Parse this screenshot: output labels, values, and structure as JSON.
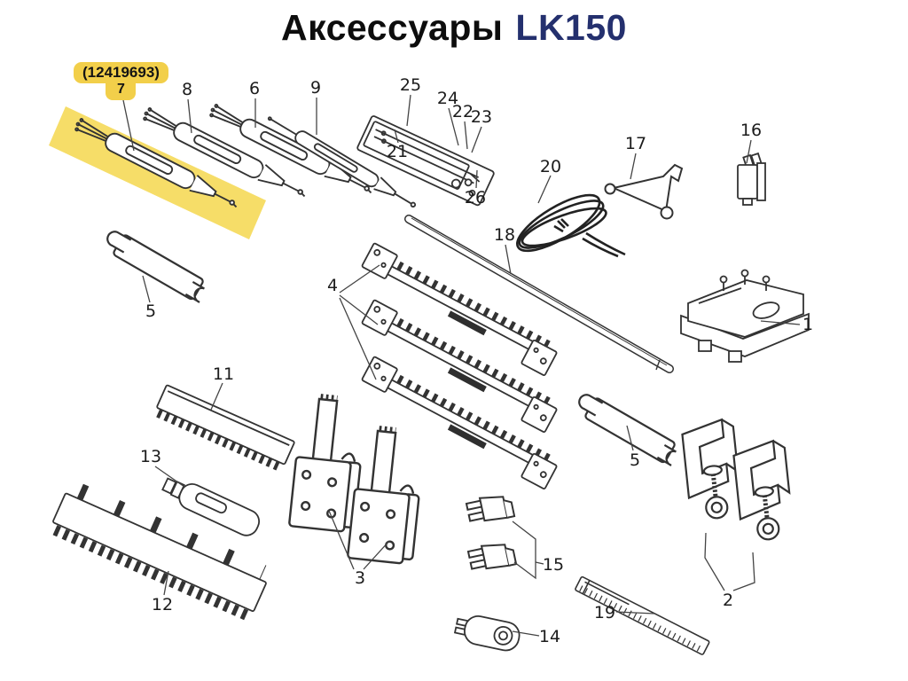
{
  "title": {
    "text": "Аксессуары",
    "model": "LK150"
  },
  "callout": {
    "part_code": "(12419693)",
    "part_number": "7"
  },
  "colors": {
    "line": "#333333",
    "model_text": "#24306e",
    "callout_bg": "#f2cf4a",
    "highlight_band": "#f6dd68",
    "background": "#ffffff"
  },
  "part_labels": [
    {
      "id": "8",
      "label": "8"
    },
    {
      "id": "6",
      "label": "6"
    },
    {
      "id": "9",
      "label": "9"
    },
    {
      "id": "25",
      "label": "25"
    },
    {
      "id": "24",
      "label": "24"
    },
    {
      "id": "22",
      "label": "22"
    },
    {
      "id": "23",
      "label": "23"
    },
    {
      "id": "21",
      "label": "21"
    },
    {
      "id": "26",
      "label": "26"
    },
    {
      "id": "20",
      "label": "20"
    },
    {
      "id": "17",
      "label": "17"
    },
    {
      "id": "16",
      "label": "16"
    },
    {
      "id": "18",
      "label": "18"
    },
    {
      "id": "5a",
      "label": "5"
    },
    {
      "id": "4",
      "label": "4"
    },
    {
      "id": "1",
      "label": "1"
    },
    {
      "id": "11",
      "label": "11"
    },
    {
      "id": "13",
      "label": "13"
    },
    {
      "id": "12",
      "label": "12"
    },
    {
      "id": "3",
      "label": "3"
    },
    {
      "id": "15",
      "label": "15"
    },
    {
      "id": "14",
      "label": "14"
    },
    {
      "id": "19",
      "label": "19"
    },
    {
      "id": "5b",
      "label": "5"
    },
    {
      "id": "2",
      "label": "2"
    }
  ]
}
